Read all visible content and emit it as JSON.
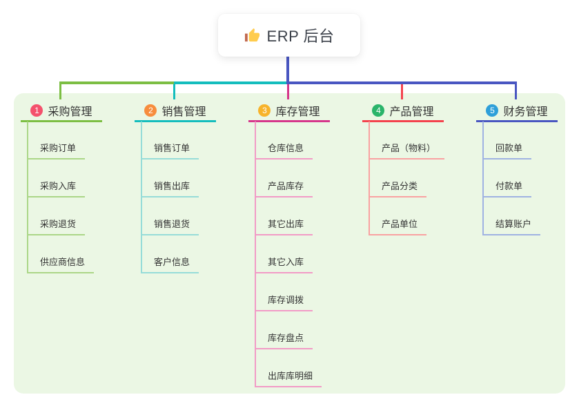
{
  "root": {
    "icon": "thumbs-up",
    "title": "ERP 后台"
  },
  "colors": {
    "panel_bg": "#ebf7e4",
    "root_connector": "#4956c1",
    "text": "#333333"
  },
  "branches": [
    {
      "num": "1",
      "label": "采购管理",
      "badge_color": "#f4516c",
      "line_color": "#7cbe43",
      "light_color": "#abd687",
      "children": [
        "采购订单",
        "采购入库",
        "采购退货",
        "供应商信息"
      ]
    },
    {
      "num": "2",
      "label": "销售管理",
      "badge_color": "#f78d3d",
      "line_color": "#14bdbd",
      "light_color": "#96dcd8",
      "children": [
        "销售订单",
        "销售出库",
        "销售退货",
        "客户信息"
      ]
    },
    {
      "num": "3",
      "label": "库存管理",
      "badge_color": "#f7b32b",
      "line_color": "#d6368b",
      "light_color": "#f29ac6",
      "children": [
        "仓库信息",
        "产品库存",
        "其它出库",
        "其它入库",
        "库存调拨",
        "库存盘点",
        "出库库明细"
      ]
    },
    {
      "num": "4",
      "label": "产品管理",
      "badge_color": "#2ab46a",
      "line_color": "#f4424d",
      "light_color": "#f9a1a1",
      "children": [
        "产品（物料）",
        "产品分类",
        "产品单位"
      ]
    },
    {
      "num": "5",
      "label": "财务管理",
      "badge_color": "#2e9fd9",
      "line_color": "#4956c1",
      "light_color": "#9fb2e2",
      "children": [
        "回款单",
        "付款单",
        "结算账户"
      ]
    }
  ]
}
